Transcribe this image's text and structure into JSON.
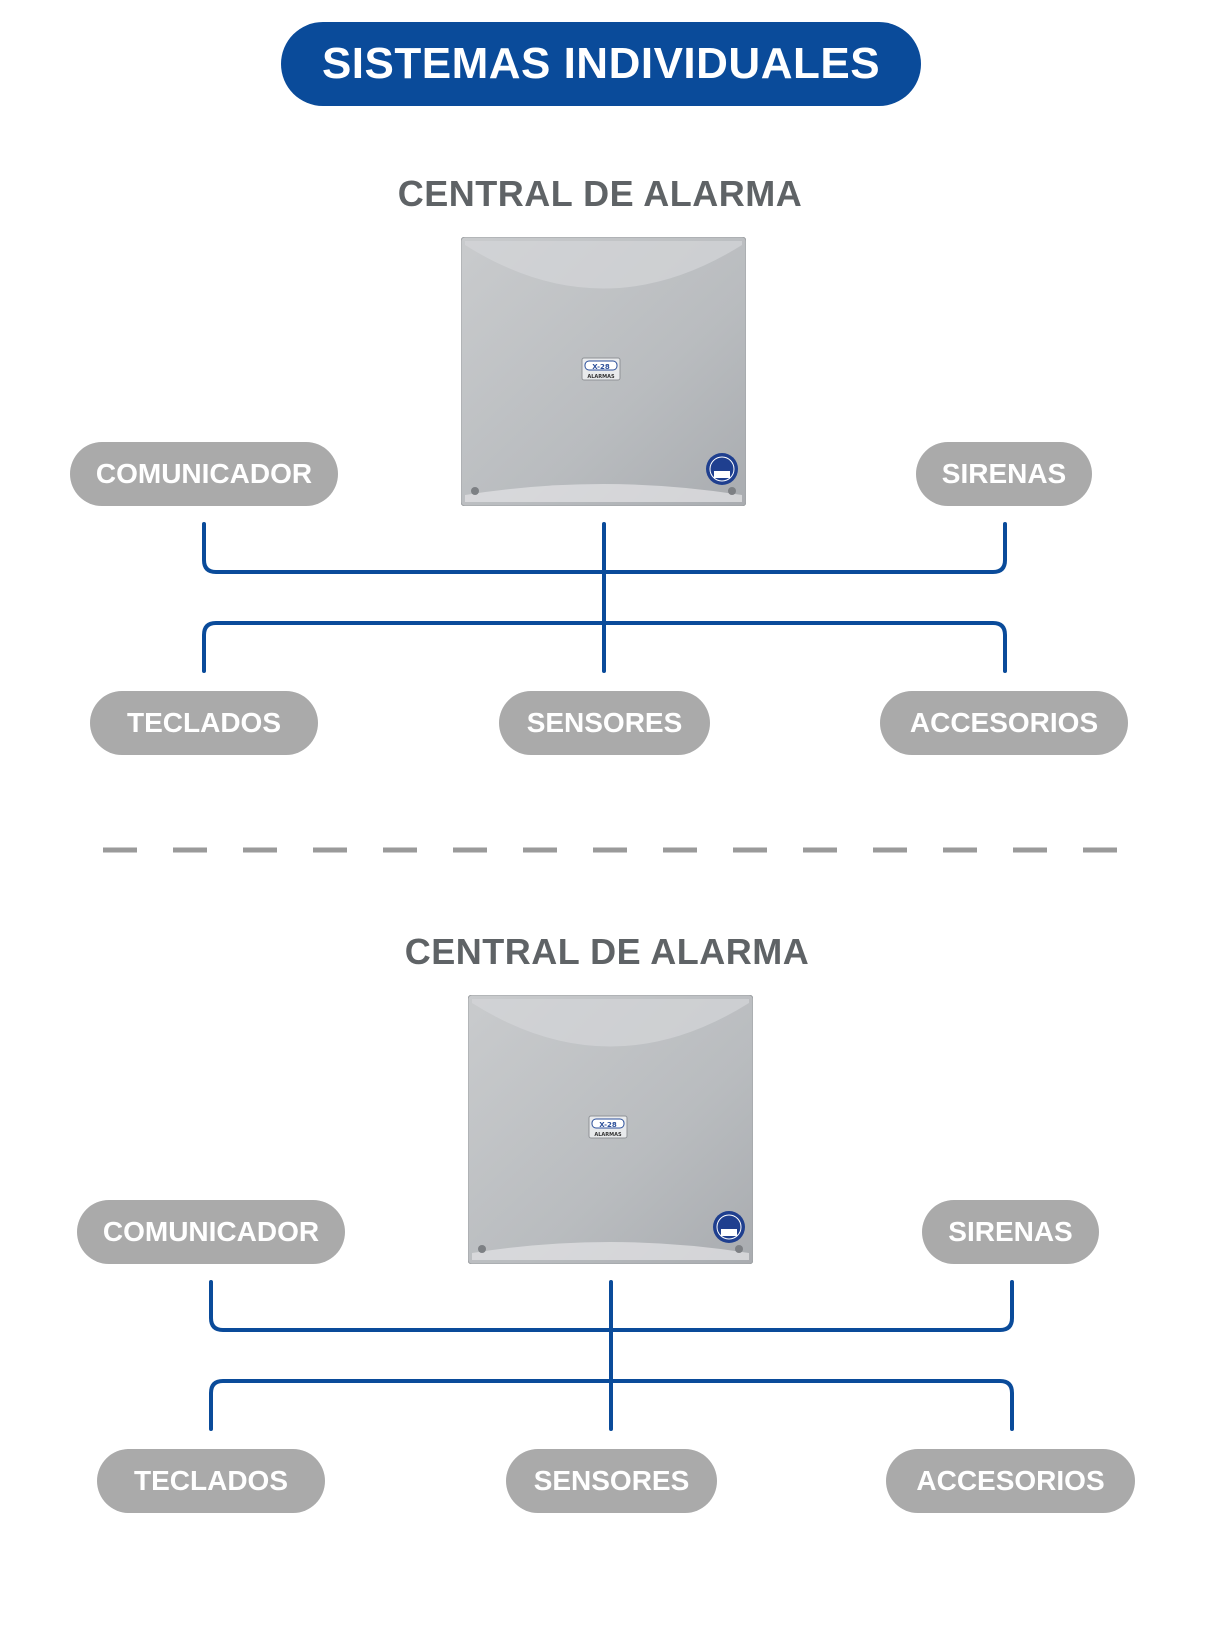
{
  "header": {
    "title": "SISTEMAS INDIVIDUALES"
  },
  "sections": [
    {
      "title": "CENTRAL DE ALARMA",
      "device": {
        "brand": "X-28",
        "brand_sub": "ALARMAS"
      },
      "top_nodes": [
        "COMUNICADOR",
        "SIRENAS"
      ],
      "bottom_nodes": [
        "TECLADOS",
        "SENSORES",
        "ACCESORIOS"
      ]
    },
    {
      "title": "CENTRAL DE ALARMA",
      "device": {
        "brand": "X-28",
        "brand_sub": "ALARMAS"
      },
      "top_nodes": [
        "COMUNICADOR",
        "SIRENAS"
      ],
      "bottom_nodes": [
        "TECLADOS",
        "SENSORES",
        "ACCESORIOS"
      ]
    }
  ],
  "colors": {
    "brand_blue": "#0a4b9a",
    "pill_gray": "#aaaaaa",
    "title_gray": "#5f6366",
    "divider_gray": "#9a9a9a"
  }
}
